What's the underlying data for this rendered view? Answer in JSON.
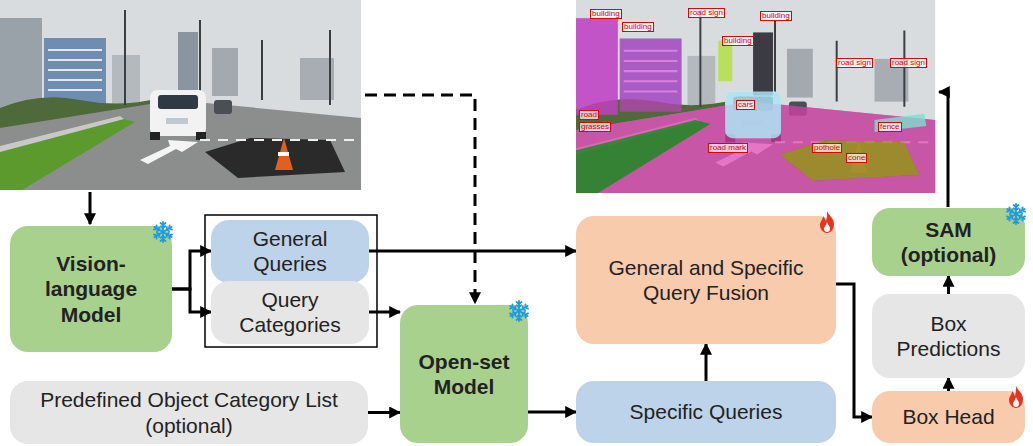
{
  "diagram": {
    "nodes": [
      {
        "text": [
          "Vision-language Model"
        ]
      },
      {
        "text": [
          "General Queries"
        ]
      },
      {
        "text": [
          "Query Categories"
        ]
      },
      {
        "text": [
          "Predefined Object Category List (optional)"
        ]
      },
      {
        "text": [
          "Open-set Model"
        ]
      },
      {
        "text": [
          "General and Specific Query Fusion"
        ]
      },
      {
        "text": [
          "Specific Queries"
        ]
      },
      {
        "text": [
          "SAM (optional)"
        ]
      },
      {
        "text": [
          "Box Predictions"
        ]
      },
      {
        "text": [
          "Box Head"
        ]
      }
    ],
    "edges": [
      {
        "from": 0,
        "to": 1,
        "arrow": "to"
      },
      {
        "from": 0,
        "to": 2,
        "arrow": "to"
      },
      {
        "from": 1,
        "to": 5,
        "arrow": "to"
      },
      {
        "from": 2,
        "to": 4,
        "arrow": "to"
      },
      {
        "from": 3,
        "to": 4,
        "arrow": "to"
      },
      {
        "from": 4,
        "to": 6,
        "arrow": "to"
      },
      {
        "from": 6,
        "to": 5,
        "arrow": "to"
      },
      {
        "from": 5,
        "to": 9,
        "arrow": "to"
      },
      {
        "from": 9,
        "to": 8,
        "arrow": "to"
      },
      {
        "from": 8,
        "to": 7,
        "arrow": "to"
      }
    ],
    "labels": [
      "building",
      "building",
      "building",
      "building",
      "road sign",
      "road sign",
      "road sign",
      "cars",
      "road",
      "grasses",
      "road mark",
      "pothole",
      "cone",
      "fence"
    ]
  }
}
